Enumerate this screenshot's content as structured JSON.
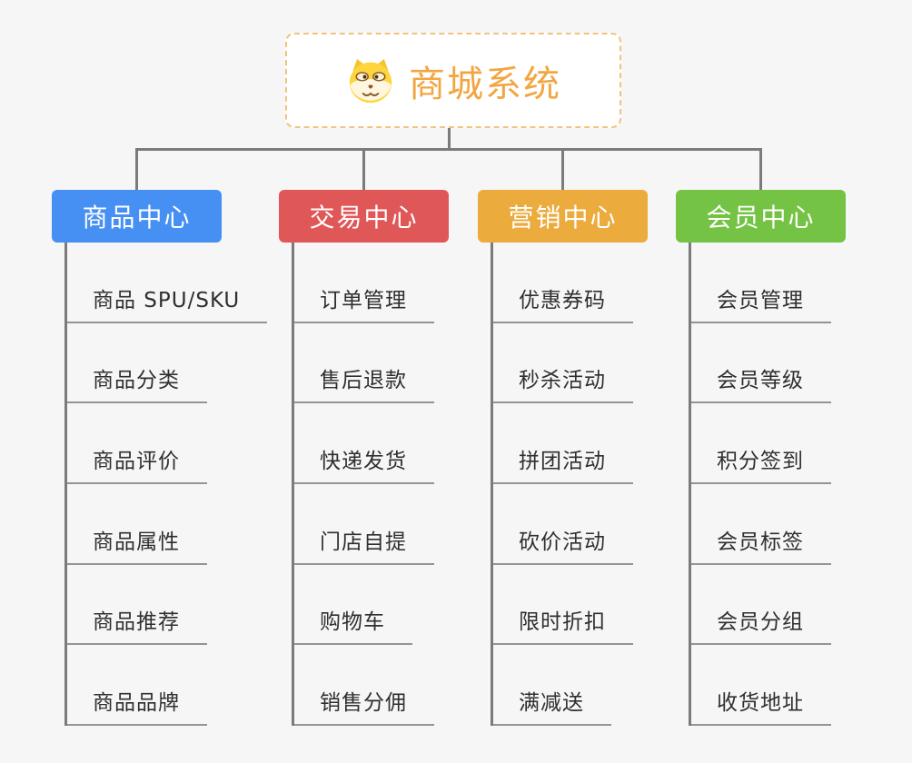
{
  "colors": {
    "background": "#f6f6f7",
    "connector": "#7b7b7b",
    "leaf_underline": "#949494",
    "leaf_text": "#2f2f2f",
    "root_background": "#ffffff",
    "root_border": "#f3c37d",
    "root_text": "#f2a640",
    "branch_text": "#ffffff"
  },
  "root": {
    "title": "商城系统",
    "icon": "dog-face-icon"
  },
  "branches": [
    {
      "id": "product-center",
      "label": "商品中心",
      "color": "#4590f2",
      "children": [
        "商品 SPU/SKU",
        "商品分类",
        "商品评价",
        "商品属性",
        "商品推荐",
        "商品品牌"
      ]
    },
    {
      "id": "trade-center",
      "label": "交易中心",
      "color": "#e05758",
      "children": [
        "订单管理",
        "售后退款",
        "快递发货",
        "门店自提",
        "购物车",
        "销售分佣"
      ]
    },
    {
      "id": "marketing-center",
      "label": "营销中心",
      "color": "#ebab3d",
      "children": [
        "优惠券码",
        "秒杀活动",
        "拼团活动",
        "砍价活动",
        "限时折扣",
        "满减送"
      ]
    },
    {
      "id": "member-center",
      "label": "会员中心",
      "color": "#74c344",
      "children": [
        "会员管理",
        "会员等级",
        "积分签到",
        "会员标签",
        "会员分组",
        "收货地址"
      ]
    }
  ]
}
